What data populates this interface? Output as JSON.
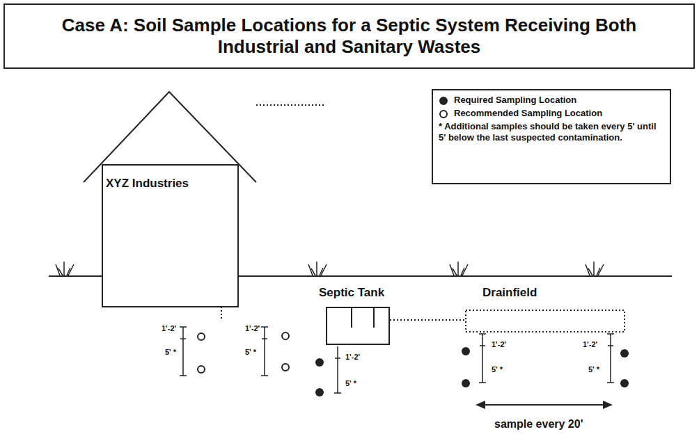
{
  "diagram": {
    "title": "Case A: Soil Sample Locations for a Septic System Receiving Both Industrial and Sanitary Wastes",
    "nodes": [
      {
        "text": [
          "XYZ Industries"
        ]
      },
      {
        "text": [
          "Septic Tank"
        ]
      },
      {
        "text": [
          "Drainfield"
        ]
      }
    ],
    "edges": [
      {
        "from": 0,
        "to": 1,
        "arrow": "none"
      },
      {
        "from": 1,
        "to": 2,
        "arrow": "none"
      }
    ],
    "labels": [
      "1'-2'",
      "5' *",
      "1'-2'",
      "5' *",
      "1'-2'",
      "5' *",
      "1'-2'",
      "5' *",
      "1'-2'",
      "5' *",
      "sample every 20'"
    ],
    "legend": [
      {
        "text": "Required Sampling Location"
      },
      {
        "text": "Recommended Sampling Location"
      },
      {
        "text": "* Additional samples should be taken every 5' until 5' below the last suspected contamination."
      }
    ]
  }
}
